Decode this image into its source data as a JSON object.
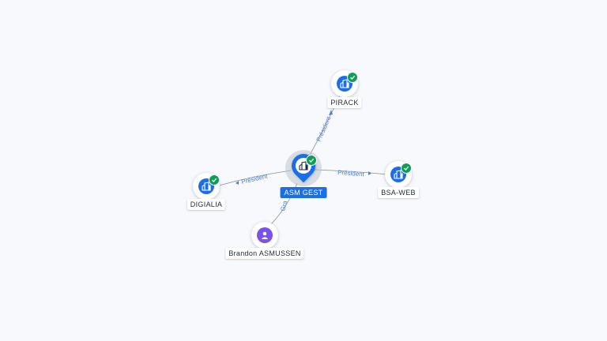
{
  "colors": {
    "accent": "#1a6ee8",
    "verified": "#0f9d58",
    "person": "#7b52e6",
    "edge": "#8a9099",
    "edge_label": "#4f7fd6"
  },
  "center": {
    "label": "ASM GEST",
    "icon": "building-icon",
    "verified": true
  },
  "nodes": [
    {
      "key": "pirack",
      "label": "PIRACK",
      "icon": "building-icon",
      "verified": true
    },
    {
      "key": "bsaweb",
      "label": "BSA-WEB",
      "icon": "building-icon",
      "verified": true
    },
    {
      "key": "digialia",
      "label": "DIGIALIA",
      "icon": "building-icon",
      "verified": true
    },
    {
      "key": "brandon",
      "label": "Brandon ASMUSSEN",
      "icon": "person-icon",
      "verified": false
    }
  ],
  "edges": [
    {
      "label": "Président"
    },
    {
      "label": "Président"
    },
    {
      "label": "Président"
    },
    {
      "label": "Gra"
    }
  ]
}
